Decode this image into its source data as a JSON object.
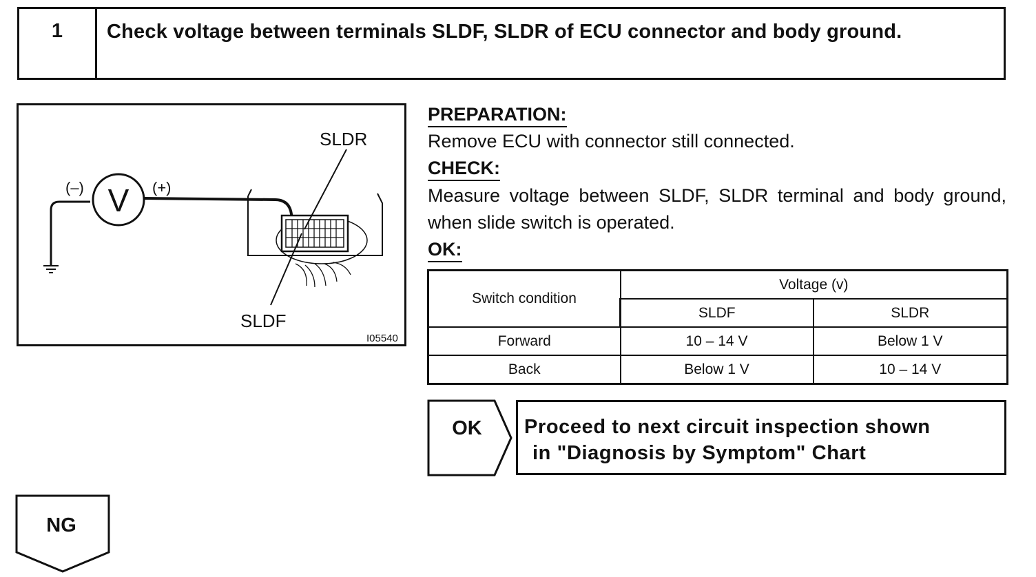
{
  "step": {
    "number": "1",
    "title": "Check voltage between terminals SLDF, SLDR of ECU connector and body ground."
  },
  "diagram": {
    "meter_symbol": "V",
    "negative_label": "(–)",
    "positive_label": "(+)",
    "terminal_top_label": "SLDR",
    "terminal_bottom_label": "SLDF",
    "figure_code": "I05540",
    "icon": "voltmeter-icon"
  },
  "preparation": {
    "heading": "PREPARATION:",
    "text": "Remove ECU with connector still connected."
  },
  "check": {
    "heading": "CHECK:",
    "text": "Measure voltage between SLDF, SLDR terminal and body ground, when slide switch is operated."
  },
  "ok_spec": {
    "heading": "OK:",
    "table": {
      "header_condition": "Switch condition",
      "header_voltage": "Voltage (v)",
      "sub_headers": [
        "SLDF",
        "SLDR"
      ],
      "rows": [
        {
          "condition": "Forward",
          "sldf": "10 – 14 V",
          "sldr": "Below 1 V"
        },
        {
          "condition": "Back",
          "sldf": "Below 1 V",
          "sldr": "10 – 14 V"
        }
      ]
    }
  },
  "result_ok": {
    "tag": "OK",
    "text_line1": "Proceed to next circuit inspection shown",
    "text_line2": "in \"Diagnosis by Symptom\" Chart"
  },
  "result_ng": {
    "tag": "NG"
  }
}
